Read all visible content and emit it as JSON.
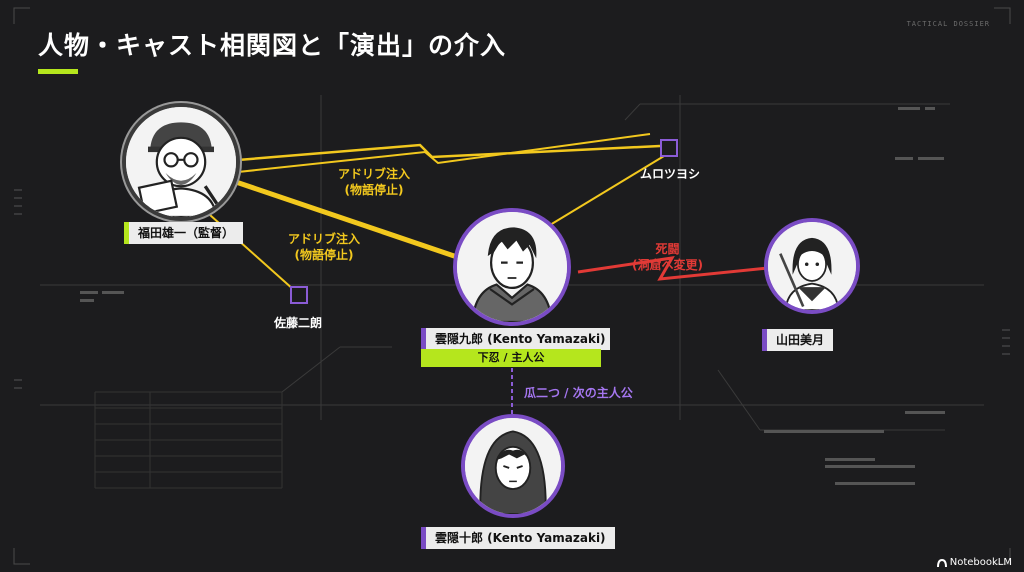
{
  "title": "人物・キャスト相関図と「演出」の介入",
  "corner_tag": "TACTICAL DOSSIER",
  "nodes": {
    "director": {
      "label": "福田雄一（監督）"
    },
    "main": {
      "label": "雲隠九郎 (Kento Yamazaki)",
      "role": "下忍 / 主人公"
    },
    "sister": {
      "label": "山田美月"
    },
    "son": {
      "label": "雲隠十郎 (Kento Yamazaki)"
    },
    "muro": {
      "label": "ムロツヨシ"
    },
    "sato": {
      "label": "佐藤二朗"
    }
  },
  "edges": {
    "director_muro": {
      "line1": "アドリブ注入",
      "line2": "(物語停止)"
    },
    "director_sato": {
      "line1": "アドリブ注入",
      "line2": "(物語停止)"
    },
    "main_sister": {
      "line1": "死闘",
      "line2": "(洞窟へ変更)"
    },
    "main_son": {
      "text": "瓜二つ / 次の主人公"
    }
  },
  "colors": {
    "accent_green": "#b5e61d",
    "accent_yellow": "#f2c81e",
    "accent_red": "#e23a36",
    "accent_purple": "#8b5cd6",
    "background": "#1c1c1e"
  },
  "watermark": "NotebookLM"
}
